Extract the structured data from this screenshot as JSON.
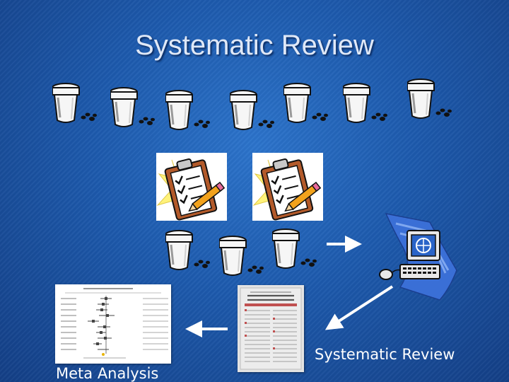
{
  "slide": {
    "title": "Systematic Review",
    "labels": {
      "systematic_review": "Systematic Review",
      "meta_analysis": "Meta Analysis"
    },
    "colors": {
      "background": "#1d5aad",
      "title_text": "#dfe8f7",
      "label_text": "#ffffff",
      "arrow": "#ffffff",
      "monitor": "#2a64c8",
      "document_wave": "#3a6fd6"
    },
    "icons": {
      "cup": "specimen-cup-with-pills-icon",
      "clipboard": "clipboard-checklist-pencil-icon",
      "computer": "computer-with-document-icon",
      "journal": "journal-page-icon",
      "chart": "forest-plot-chart-icon"
    }
  }
}
